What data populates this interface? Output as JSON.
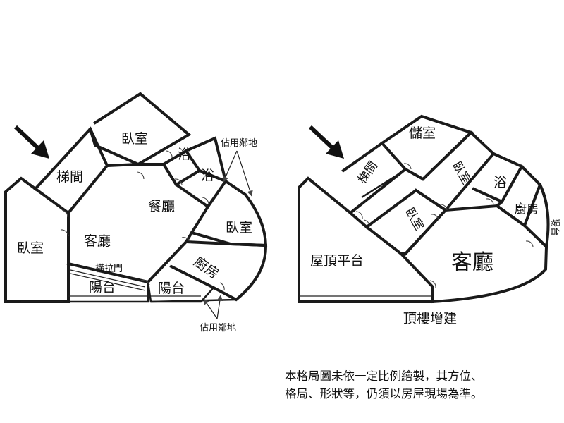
{
  "left_plan": {
    "rooms": {
      "bedroom_top": "臥室",
      "stairwell": "梯間",
      "bath_1": "浴",
      "bath_2": "浴",
      "dining": "餐廳",
      "living": "客廳",
      "bedroom_left": "臥室",
      "bedroom_right": "臥室",
      "kitchen": "廚房",
      "sliding_door": "橫拉門",
      "balcony_1": "陽台",
      "balcony_2": "陽台"
    },
    "annotation_top": "佔用鄰地",
    "annotation_bottom": "佔用鄰地"
  },
  "right_plan": {
    "rooms": {
      "storage": "儲室",
      "stairwell": "梯間",
      "bedroom_1": "臥室",
      "bath": "浴",
      "kitchen": "廚房",
      "bedroom_2": "臥室",
      "balcony": "陽台",
      "roof_terrace": "屋頂平台",
      "living": "客廳"
    },
    "caption": "頂樓增建"
  },
  "disclaimer": {
    "line1": "本格局圖未依一定比例繪製，其方位、",
    "line2": "格局、形狀等，仍須以房屋現場為準。"
  }
}
